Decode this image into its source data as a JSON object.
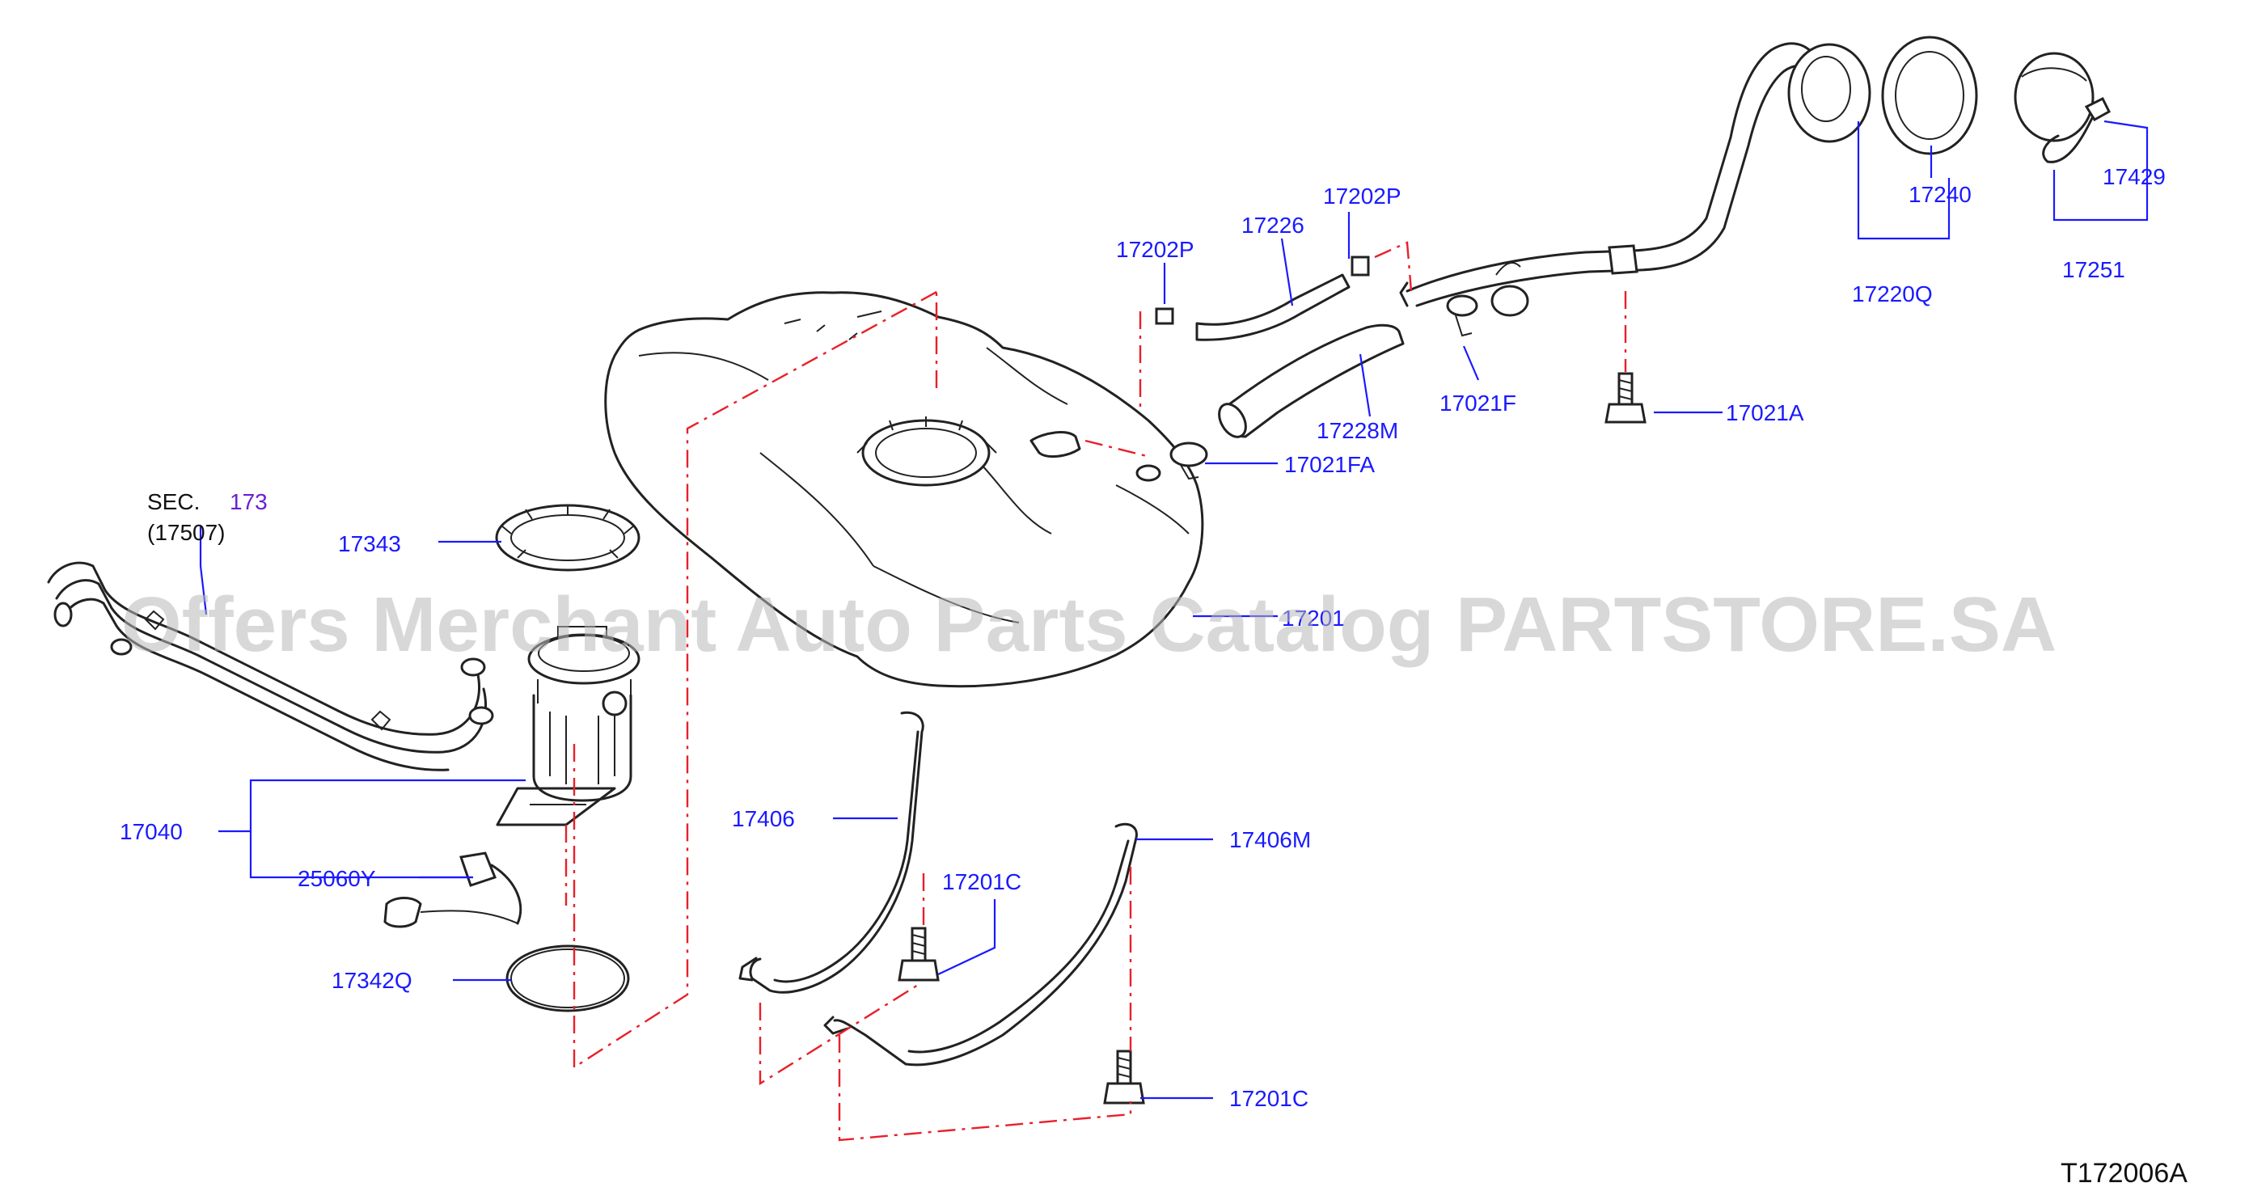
{
  "diagram_code": "T172006A",
  "watermark": "Offers Merchant Auto Parts Catalog PARTSTORE.SA",
  "section_ref": {
    "prefix": "SEC.",
    "number": "173",
    "sub": "(17507)"
  },
  "parts": {
    "p17202P_a": "17202P",
    "p17226": "17226",
    "p17202P_b": "17202P",
    "p17240": "17240",
    "p17429": "17429",
    "p17220Q": "17220Q",
    "p17251": "17251",
    "p17021F": "17021F",
    "p17228M": "17228M",
    "p17021A": "17021A",
    "p17021FA": "17021FA",
    "p17343": "17343",
    "p17201": "17201",
    "p17040": "17040",
    "p25060Y": "25060Y",
    "p17342Q": "17342Q",
    "p17406": "17406",
    "p17406M": "17406M",
    "p17201C_a": "17201C",
    "p17201C_b": "17201C"
  }
}
